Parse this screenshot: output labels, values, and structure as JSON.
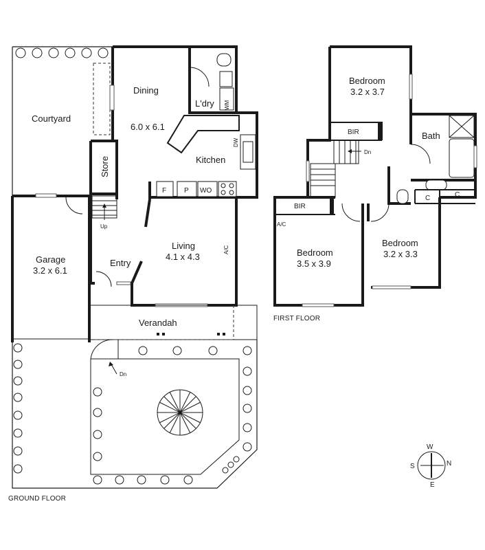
{
  "rooms": {
    "courtyard": "Courtyard",
    "dining_name": "Dining",
    "dining_dims": "6.0 x 6.1",
    "laundry": "L'dry",
    "wm": "WM",
    "kitchen": "Kitchen",
    "dw": "DW",
    "store": "Store",
    "fridge": "F",
    "pantry": "P",
    "wo": "WO",
    "garage_name": "Garage",
    "garage_dims": "3.2 x 6.1",
    "entry": "Entry",
    "living_name": "Living",
    "living_dims": "4.1 x 4.3",
    "ac_ground": "A/C",
    "verandah": "Verandah",
    "up": "Up",
    "dn_ground": "Dn",
    "bed1_name": "Bedroom",
    "bed1_dims": "3.2 x 3.7",
    "bir1": "BIR",
    "bath": "Bath",
    "dn_first": "Dn",
    "bir2": "BIR",
    "ac_first": "A/C",
    "c1": "C",
    "c2": "C",
    "bed2_name": "Bedroom",
    "bed2_dims": "3.5 x 3.9",
    "bed3_name": "Bedroom",
    "bed3_dims": "3.2 x 3.3"
  },
  "floors": {
    "ground": "GROUND FLOOR",
    "first": "FIRST FLOOR"
  },
  "compass": {
    "n": "N",
    "s": "S",
    "e": "E",
    "w": "W"
  }
}
